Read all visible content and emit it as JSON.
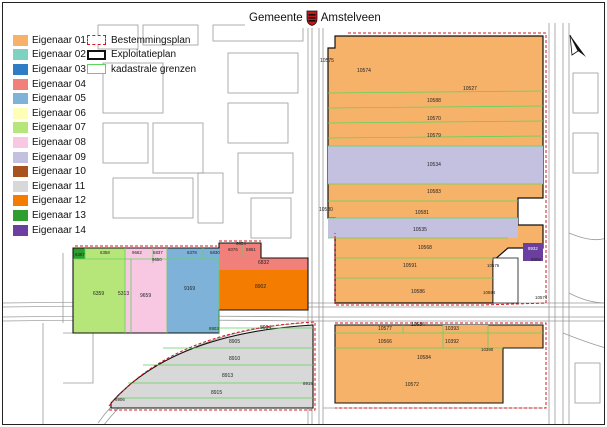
{
  "header": {
    "left_word": "Gemeente",
    "right_word": "Amstelveen"
  },
  "legend_owners": [
    {
      "label": "Eigenaar 01",
      "color": "#f7b26a"
    },
    {
      "label": "Eigenaar 02",
      "color": "#7fd1c0"
    },
    {
      "label": "Eigenaar 03",
      "color": "#2e7cc4"
    },
    {
      "label": "Eigenaar 04",
      "color": "#f2807a"
    },
    {
      "label": "Eigenaar 05",
      "color": "#7fb2d9"
    },
    {
      "label": "Eigenaar 06",
      "color": "#fefeb4"
    },
    {
      "label": "Eigenaar 07",
      "color": "#b6e67a"
    },
    {
      "label": "Eigenaar 08",
      "color": "#f8c8e2"
    },
    {
      "label": "Eigenaar 09",
      "color": "#c4c0e0"
    },
    {
      "label": "Eigenaar 10",
      "color": "#a8521e"
    },
    {
      "label": "Eigenaar 11",
      "color": "#d8d8d8"
    },
    {
      "label": "Eigenaar 12",
      "color": "#f47c00"
    },
    {
      "label": "Eigenaar 13",
      "color": "#2e9e2e"
    },
    {
      "label": "Eigenaar 14",
      "color": "#6a3fa0"
    }
  ],
  "legend_lines": {
    "bestemmingsplan": "Bestemmingsplan",
    "exploitatieplan": "Exploitatieplan",
    "kadastrale": "kadastrale grenzen"
  },
  "parcel_labels": {
    "p10575": "10575",
    "p10574": "10574",
    "p10527": "10527",
    "p10588": "10588",
    "p10570": "10570",
    "p10579": "10579",
    "p10534": "10534",
    "p10583": "10583",
    "p10580": "10580",
    "p10581": "10581",
    "p10535": "10535",
    "p10568": "10568",
    "p10591": "10591",
    "p10586": "10586",
    "p8932": "8932",
    "p8808": "8808",
    "p10576": "10576",
    "p10594": "10594",
    "p10574b": "10574",
    "p10577": "10577",
    "p10684": "10684",
    "p10393": "10393",
    "p10566": "10566",
    "p10392": "10392",
    "p10390": "10390",
    "p10584": "10584",
    "p10572": "10572",
    "p6357": "6357",
    "p6358": "6358",
    "p9662": "9662",
    "p6837": "6837",
    "p6378": "6378",
    "p6830": "6830",
    "p9650": "9650",
    "p6359": "6359",
    "p5313": "5313",
    "p9659": "9659",
    "p9169": "9169",
    "p6834": "6834",
    "p6076": "6076",
    "p5861": "5861",
    "p6832": "6832",
    "p8902": "8902",
    "p8904": "8904",
    "p8903": "8903",
    "p8905": "8905",
    "p8910": "8910",
    "p8913": "8913",
    "p8919": "8919",
    "p8915": "8915",
    "p8906": "8906"
  }
}
